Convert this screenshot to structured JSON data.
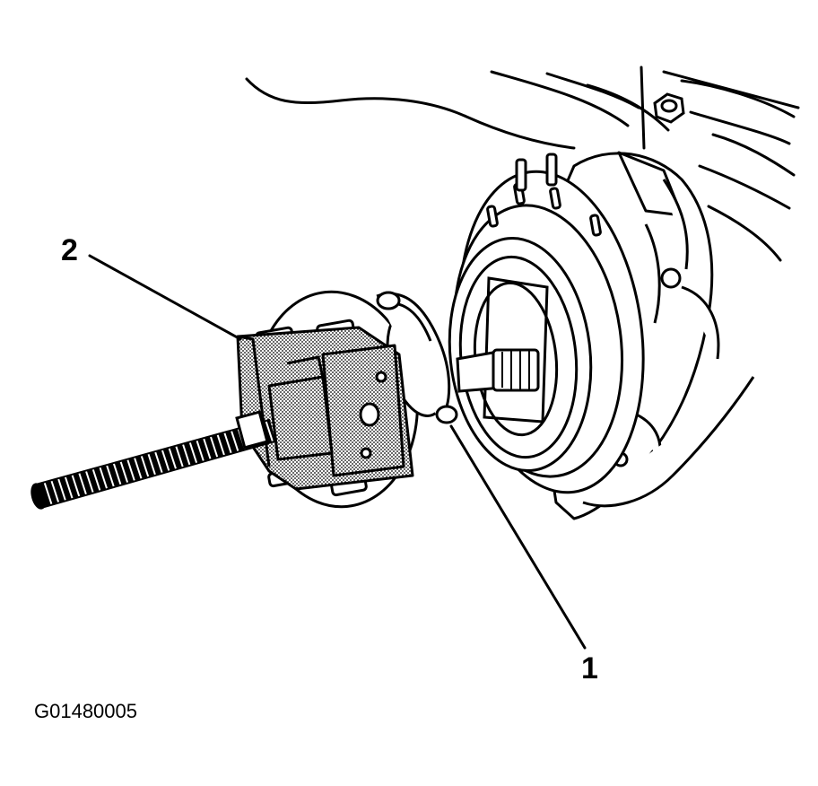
{
  "callouts": {
    "item_1": "1",
    "item_2": "2"
  },
  "figure_id": "G01480005",
  "colors": {
    "ink": "#000000",
    "background": "#ffffff",
    "tool_shading": "#9a9a9a"
  }
}
